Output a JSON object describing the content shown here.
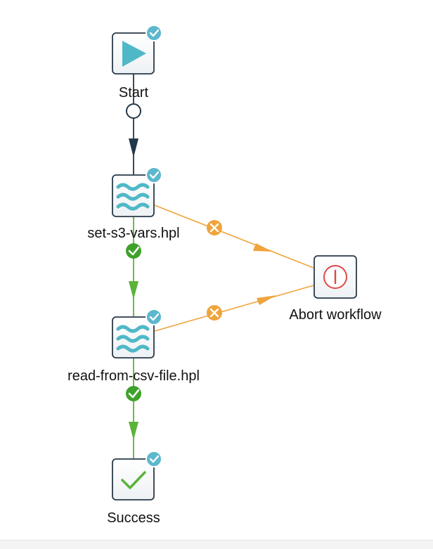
{
  "workflow": {
    "nodes": [
      {
        "id": "start",
        "label": "Start",
        "icon": "start-play-icon"
      },
      {
        "id": "set-s3-vars",
        "label": "set-s3-vars.hpl",
        "icon": "pipeline-waves-icon"
      },
      {
        "id": "read-from-csv",
        "label": "read-from-csv-file.hpl",
        "icon": "pipeline-waves-icon"
      },
      {
        "id": "success",
        "label": "Success",
        "icon": "success-check-icon"
      },
      {
        "id": "abort",
        "label": "Abort workflow",
        "icon": "abort-exclamation-icon"
      }
    ]
  },
  "colors": {
    "teal": "#4fb8c7",
    "node_border": "#2a3a48",
    "unconditional": "#23384a",
    "success": "#5bb33a",
    "failure": "#f0a43c",
    "abort": "#e04848"
  }
}
